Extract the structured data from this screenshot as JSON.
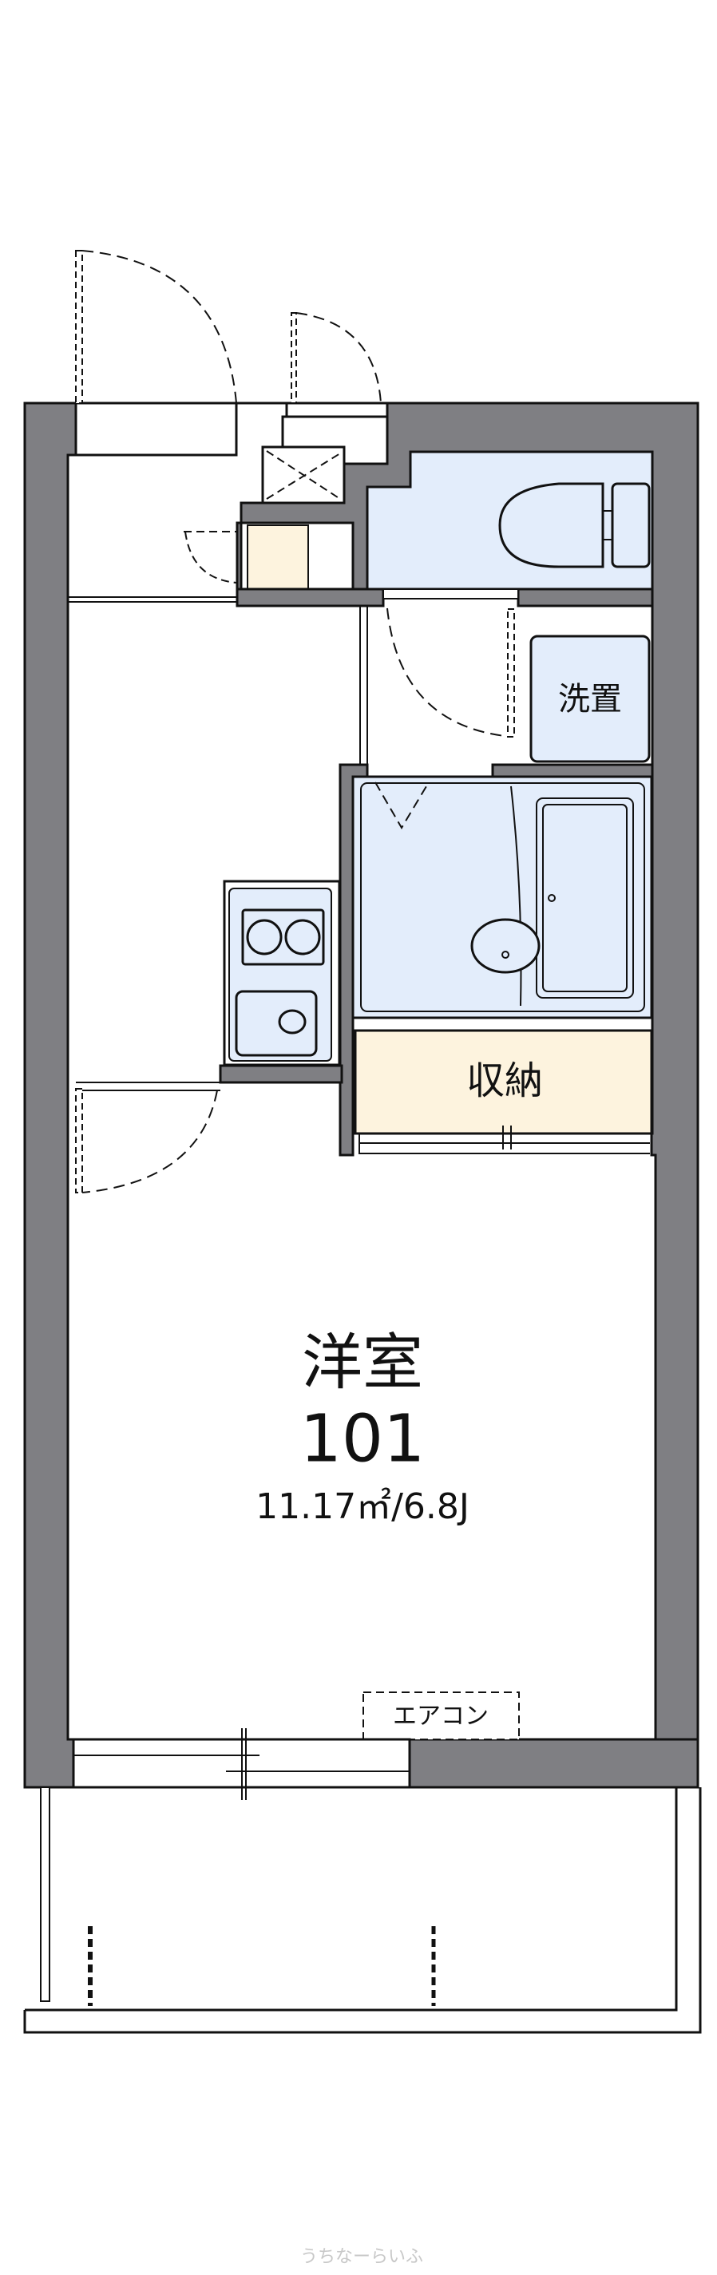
{
  "floorplan": {
    "rooms": {
      "main_room_label": "洋室",
      "unit_number": "101",
      "main_room_area": "11.17㎡/6.8J",
      "washer_label": "洗置",
      "storage_label": "収納",
      "aircon_label": "エアコン"
    },
    "watermark": "うちなーらいふ",
    "colors": {
      "wall": "#7f7f83",
      "wet_area": "#e3edfb",
      "storage": "#fdf3de"
    }
  }
}
